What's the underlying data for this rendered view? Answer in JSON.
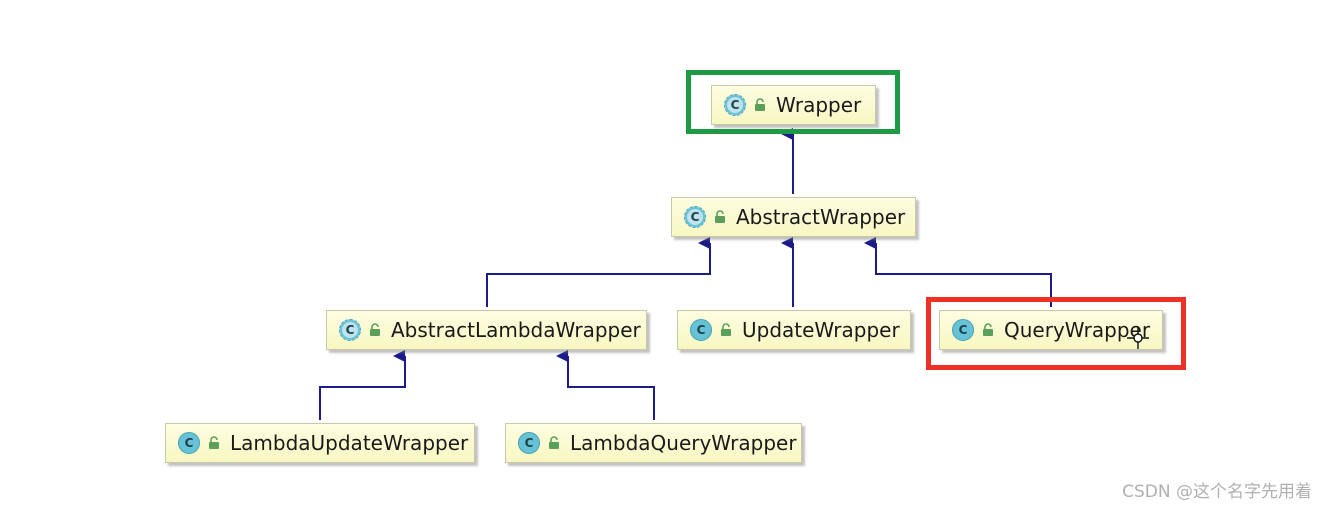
{
  "diagram": {
    "nodes": {
      "wrapper": {
        "label": "Wrapper",
        "icon": "abstract-class-icon"
      },
      "abstract_wrapper": {
        "label": "AbstractWrapper",
        "icon": "abstract-class-icon"
      },
      "abstract_lambda_wrapper": {
        "label": "AbstractLambdaWrapper",
        "icon": "abstract-class-icon"
      },
      "update_wrapper": {
        "label": "UpdateWrapper",
        "icon": "class-icon"
      },
      "query_wrapper": {
        "label": "QueryWrapper",
        "icon": "class-icon"
      },
      "lambda_update_wrapper": {
        "label": "LambdaUpdateWrapper",
        "icon": "class-icon"
      },
      "lambda_query_wrapper": {
        "label": "LambdaQueryWrapper",
        "icon": "class-icon"
      }
    },
    "icon_letter": "C",
    "edges": [
      {
        "from": "AbstractWrapper",
        "to": "Wrapper"
      },
      {
        "from": "AbstractLambdaWrapper",
        "to": "AbstractWrapper"
      },
      {
        "from": "UpdateWrapper",
        "to": "AbstractWrapper"
      },
      {
        "from": "QueryWrapper",
        "to": "AbstractWrapper"
      },
      {
        "from": "LambdaUpdateWrapper",
        "to": "AbstractLambdaWrapper"
      },
      {
        "from": "LambdaQueryWrapper",
        "to": "AbstractLambdaWrapper"
      }
    ],
    "highlights": [
      {
        "target": "Wrapper",
        "color": "#1e9a45"
      },
      {
        "target": "QueryWrapper",
        "color": "#ee3124"
      }
    ],
    "colors": {
      "edge": "#1b1b8a",
      "node_fill": "#fdfde2",
      "class_icon": "#66c2d6",
      "lock_icon": "#5aa05a"
    }
  },
  "watermark": "CSDN @这个名字先用着"
}
